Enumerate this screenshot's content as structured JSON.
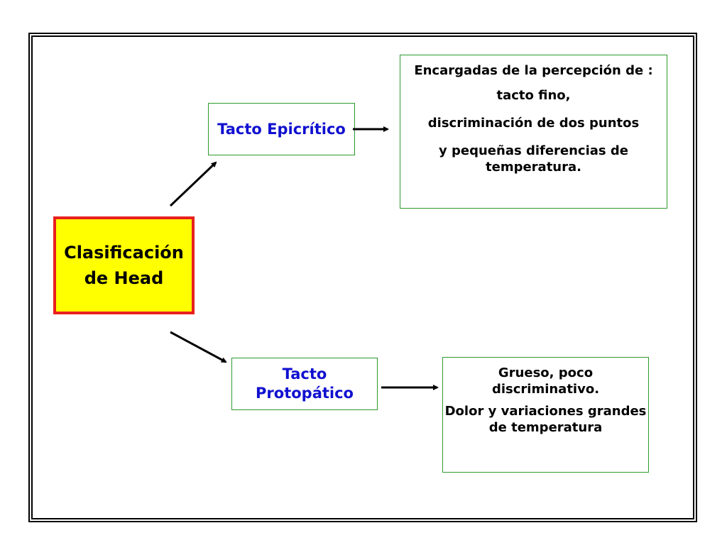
{
  "main": {
    "label": "Clasificación de Head"
  },
  "epicritico": {
    "label": "Tacto Epicrítico",
    "description": {
      "line1": "Encargadas de la percepción de :",
      "line2": "tacto fino,",
      "line3": "discriminación de dos puntos",
      "line4": "y pequeñas diferencias de temperatura."
    }
  },
  "protopatico": {
    "label": "Tacto Protopático",
    "description": {
      "line1": "Grueso, poco discriminativo.",
      "line2": "Dolor y variaciones grandes de temperatura"
    }
  },
  "colors": {
    "main_fill": "#ffff00",
    "main_border": "#e8201e",
    "type_text": "#1010d0",
    "box_border": "#2e9a2e"
  }
}
